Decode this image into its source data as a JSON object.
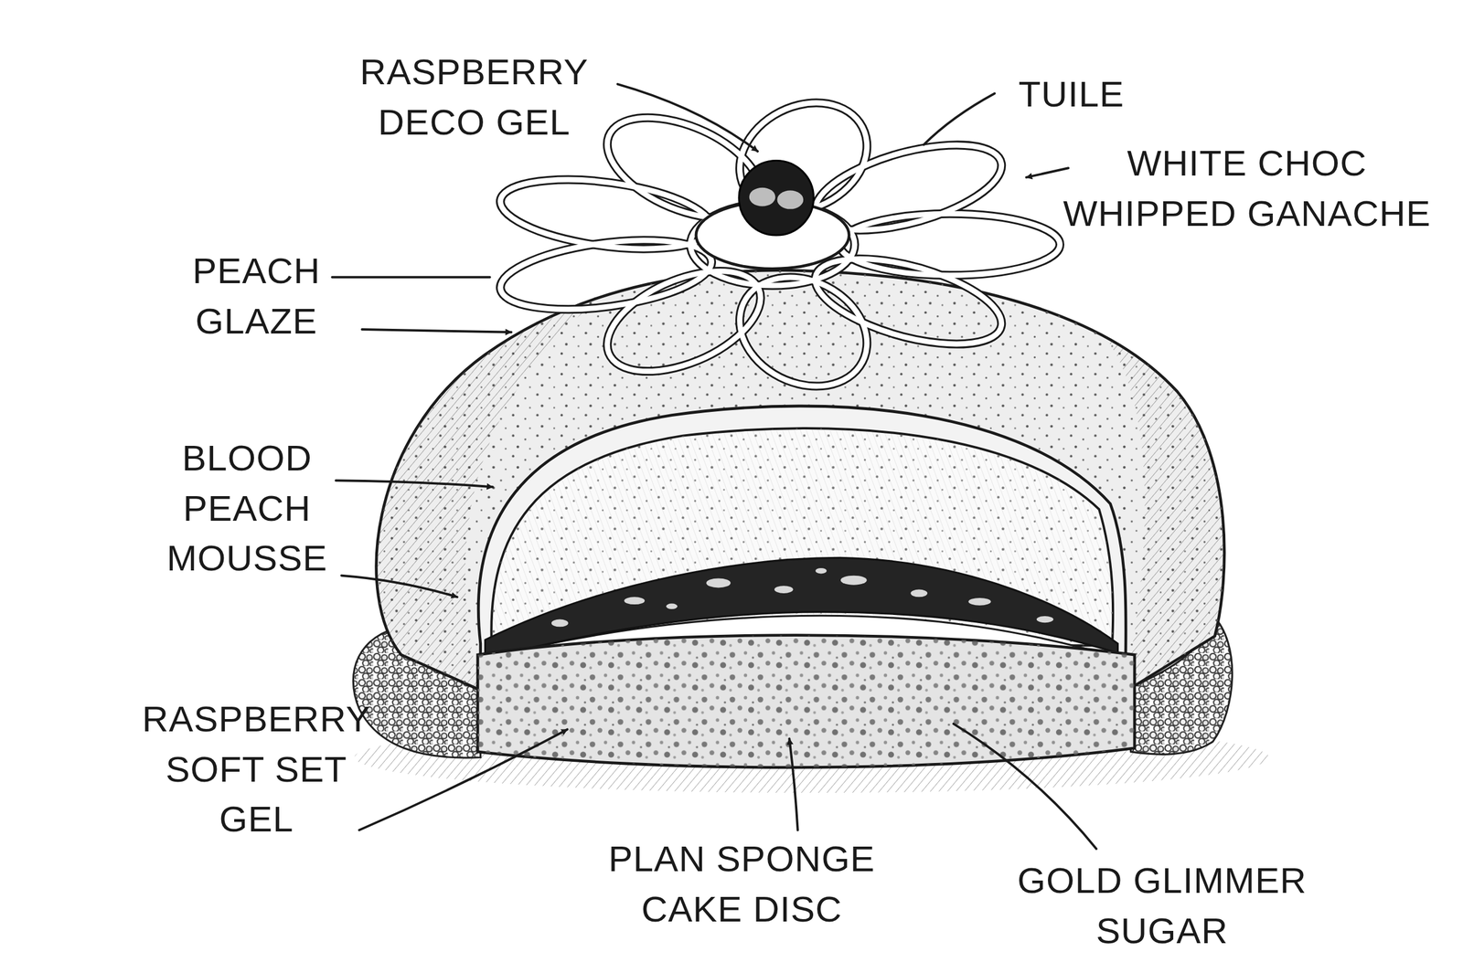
{
  "diagram": {
    "labels": [
      "RASPBERRY DECO GEL",
      "TUILE",
      "WHITE CHOC WHIPPED GANACHE",
      "PEACH GLAZE",
      "BLOOD PEACH MOUSSE",
      "RASPBERRY SOFT SET GEL",
      "PLAN SPONGE CAKE DISC",
      "GOLD GLIMMER SUGAR"
    ]
  }
}
